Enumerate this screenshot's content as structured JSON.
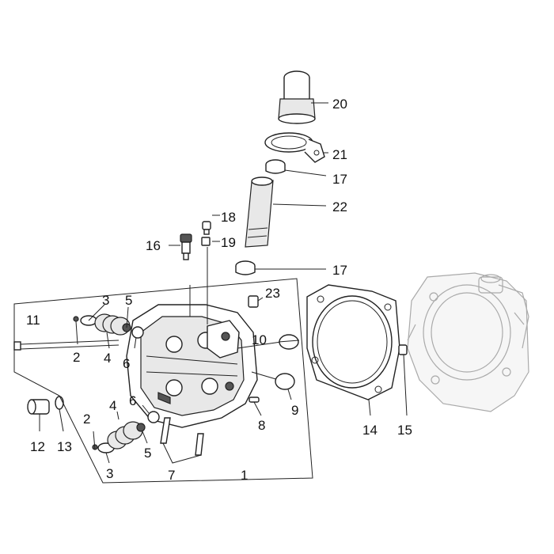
{
  "callouts": [
    {
      "id": "c1",
      "text": "1"
    },
    {
      "id": "c2a",
      "text": "2"
    },
    {
      "id": "c2b",
      "text": "2"
    },
    {
      "id": "c3a",
      "text": "3"
    },
    {
      "id": "c3b",
      "text": "3"
    },
    {
      "id": "c4a",
      "text": "4"
    },
    {
      "id": "c4b",
      "text": "4"
    },
    {
      "id": "c5a",
      "text": "5"
    },
    {
      "id": "c5b",
      "text": "5"
    },
    {
      "id": "c6a",
      "text": "6"
    },
    {
      "id": "c6b",
      "text": "6"
    },
    {
      "id": "c7",
      "text": "7"
    },
    {
      "id": "c8",
      "text": "8"
    },
    {
      "id": "c9",
      "text": "9"
    },
    {
      "id": "c10",
      "text": "10"
    },
    {
      "id": "c11",
      "text": "11"
    },
    {
      "id": "c12",
      "text": "12"
    },
    {
      "id": "c13",
      "text": "13"
    },
    {
      "id": "c14",
      "text": "14"
    },
    {
      "id": "c15",
      "text": "15"
    },
    {
      "id": "c16",
      "text": "16"
    },
    {
      "id": "c17a",
      "text": "17"
    },
    {
      "id": "c17b",
      "text": "17"
    },
    {
      "id": "c18",
      "text": "18"
    },
    {
      "id": "c19",
      "text": "19"
    },
    {
      "id": "c20",
      "text": "20"
    },
    {
      "id": "c21",
      "text": "21"
    },
    {
      "id": "c22",
      "text": "22"
    },
    {
      "id": "c23",
      "text": "23"
    }
  ]
}
